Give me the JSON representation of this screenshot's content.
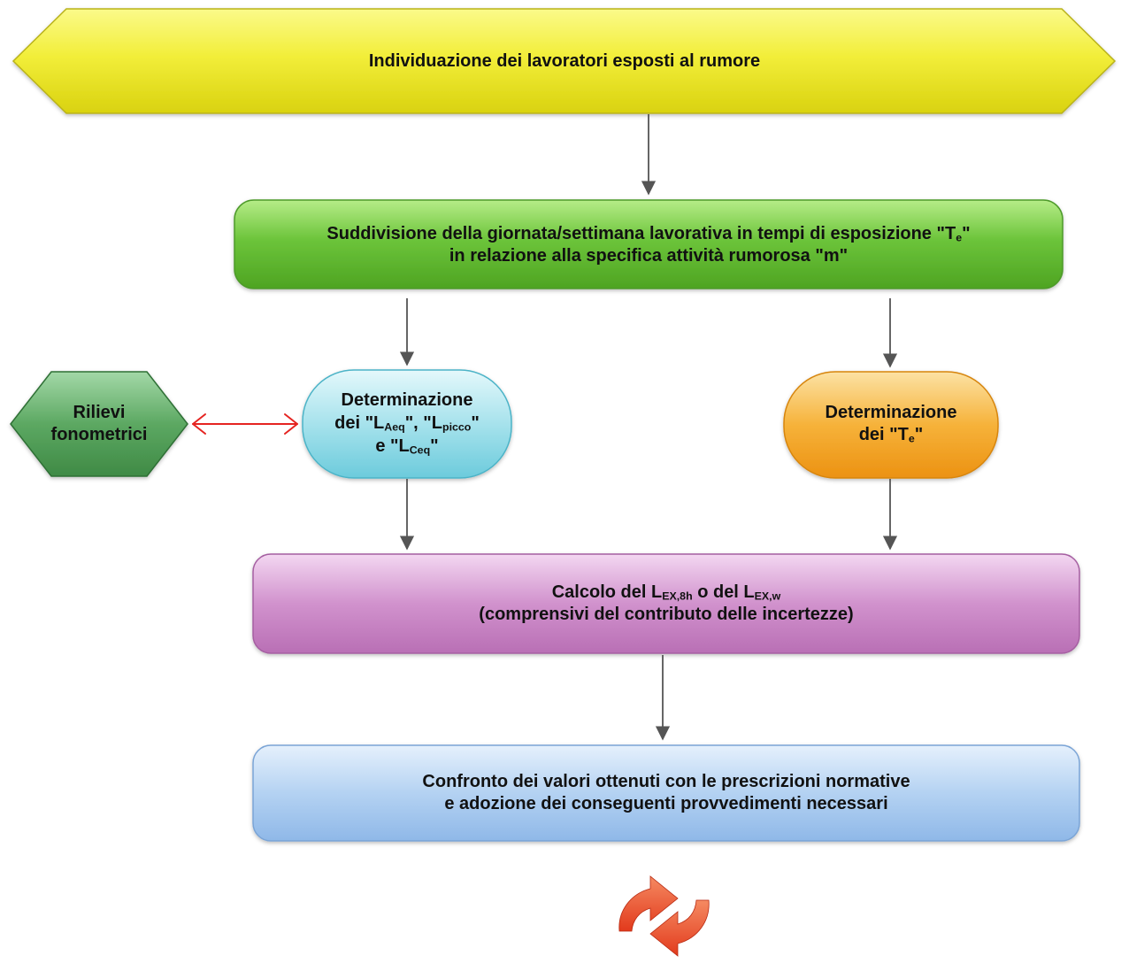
{
  "nodes": {
    "identification": {
      "text": "Individuazione dei lavoratori esposti al rumore"
    },
    "subdivision": {
      "line1": "Suddivisione della giornata/settimana lavorativa in tempi di esposizione \"T",
      "line1_sub": "e",
      "line1_end": "\"",
      "line2": "in relazione alla specifica attività rumorosa \"m\""
    },
    "measurements": {
      "line1": "Rilievi",
      "line2": "fonometrici"
    },
    "determination_levels": {
      "line1": "Determinazione",
      "l2_a": "dei \"L",
      "l2_a_sub": "Aeq",
      "l2_b": "\", \"L",
      "l2_b_sub": "picco",
      "l2_c": "\"",
      "l3_a": "e \"L",
      "l3_a_sub": "Ceq",
      "l3_b": "\""
    },
    "determination_times": {
      "line1": "Determinazione",
      "l2_a": "dei \"T",
      "l2_a_sub": "e",
      "l2_b": "\""
    },
    "calculation": {
      "l1_a": "Calcolo del L",
      "l1_a_sub": "EX,8h",
      "l1_b": " o del L",
      "l1_b_sub": "EX,w",
      "line2": "(comprensivi del contributo delle incertezze)"
    },
    "comparison": {
      "line1": "Confronto dei valori ottenuti con le prescrizioni normative",
      "line2": "e adozione dei conseguenti provvedimenti necessari"
    }
  },
  "colors": {
    "yellow": "#f2ee3a",
    "green": "#6cc43a",
    "hexagon_green": "#4f9a55",
    "cyan": "#8fd9e6",
    "orange": "#f3a21f",
    "purple": "#c77cc4",
    "blue": "#a7c7ec",
    "arrow_dark": "#555555",
    "arrow_red": "#e52421",
    "cycle_icon": "#e8452a"
  },
  "icons": {
    "cycle": "refresh-cycle-icon"
  }
}
